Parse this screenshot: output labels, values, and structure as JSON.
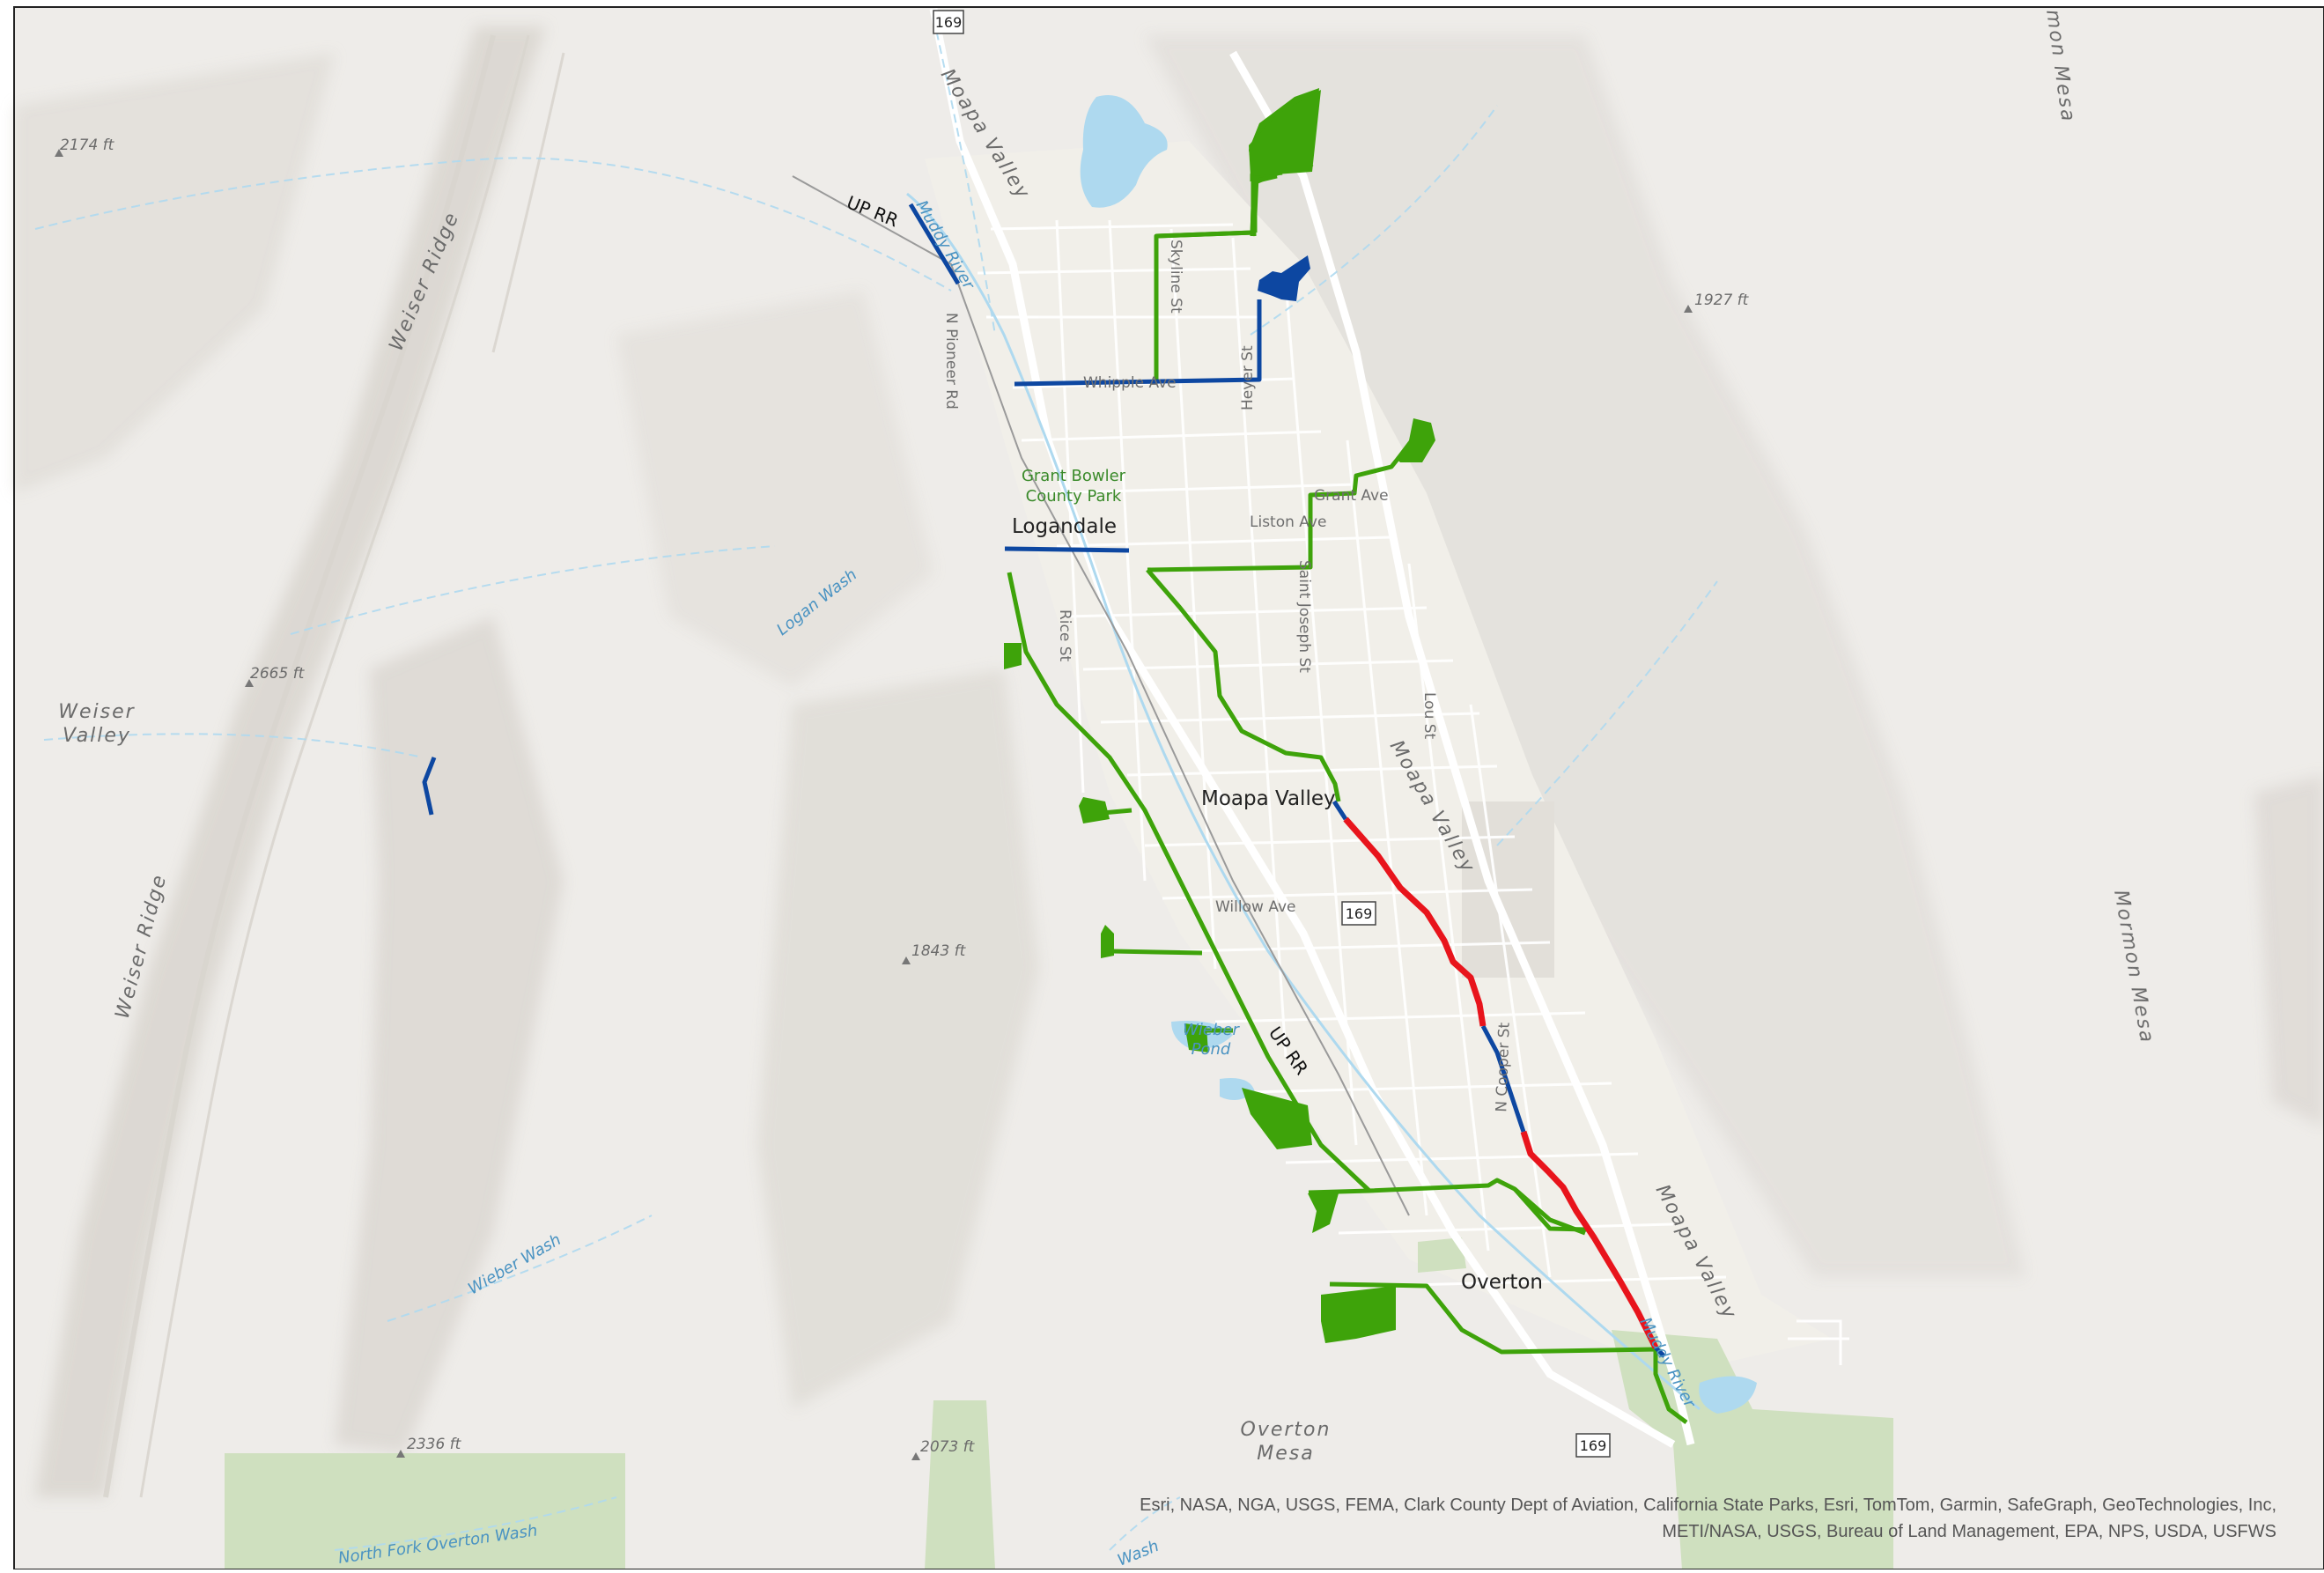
{
  "map": {
    "colors": {
      "land": "#eeece9",
      "ridge_shade": "#d9d5cf",
      "town": "#f1efe9",
      "water": "#aed9ef",
      "park": "#cfe0bf",
      "road": "#ffffff",
      "line_green": "#3ea30a",
      "line_blue": "#0d47a1",
      "line_red": "#e8141c",
      "town_label": "#222222",
      "street_label": "#6e6e6e",
      "terrain_label": "#6b6b6b",
      "water_label": "#4a93c2",
      "park_label": "#3a8a2a",
      "frame": "#222222"
    },
    "places": [
      "Logandale",
      "Moapa Valley",
      "Overton"
    ],
    "streets": [
      "Whipple Ave",
      "Grant Ave",
      "Liston Ave",
      "Willow Ave",
      "Skyline St",
      "Heyer St",
      "Rice St",
      "Saint Joseph St",
      "Lou St",
      "N Pioneer Rd",
      "N Cooper St"
    ],
    "valley_labels": [
      "Moapa Valley",
      "Moapa Valley",
      "Moapa Valley"
    ],
    "terrain": [
      "Weiser Ridge",
      "Weiser Ridge",
      "Weiser\nValley",
      "Mormon Mesa",
      "mon Mesa",
      "Overton\nMesa"
    ],
    "elevations": [
      "2174 ft",
      "2665 ft",
      "1843 ft",
      "1927 ft",
      "2336 ft",
      "2073 ft"
    ],
    "water": [
      "Logan Wash",
      "Wieber Wash",
      "North Fork Overton Wash",
      "Wash",
      "Muddy River",
      "Muddy River",
      "Wieber\nPond"
    ],
    "parks": [
      "Grant Bowler\nCounty Park"
    ],
    "railroad": [
      "UP RR",
      "UP RR"
    ],
    "highway_shields": [
      "169",
      "169",
      "169"
    ],
    "attribution": "Esri, NASA, NGA, USGS, FEMA, Clark County Dept of Aviation, California State Parks, Esri, TomTom, Garmin, SafeGraph, GeoTechnologies, Inc, METI/NASA, USGS, Bureau of Land Management, EPA, NPS, USDA, USFWS"
  }
}
